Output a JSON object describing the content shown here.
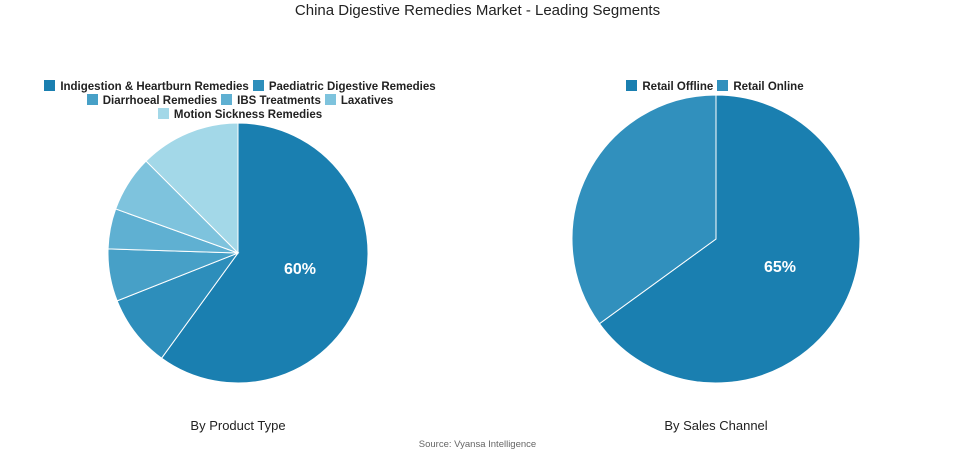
{
  "title": "China Digestive Remedies Market - Leading Segments",
  "source": "Source: Vyansa Intelligence",
  "chart_data": [
    {
      "type": "pie",
      "caption": "By Product Type",
      "legend_rows": [
        [
          0,
          1
        ],
        [
          2,
          3,
          4
        ],
        [
          5
        ]
      ],
      "slices": [
        {
          "name": "Indigestion & Heartburn Remedies",
          "value": 60,
          "color": "#1a7fb0",
          "label": "60%"
        },
        {
          "name": "Paediatric Digestive Remedies",
          "value": 9,
          "color": "#2d8ebb",
          "label": ""
        },
        {
          "name": "Diarrhoeal Remedies",
          "value": 6.5,
          "color": "#47a0c7",
          "label": ""
        },
        {
          "name": "IBS Treatments",
          "value": 5,
          "color": "#5fb0d2",
          "label": ""
        },
        {
          "name": "Laxatives",
          "value": 7,
          "color": "#7ec3dd",
          "label": ""
        },
        {
          "name": "Motion Sickness Remedies",
          "value": 12.5,
          "color": "#a3d8e8",
          "label": ""
        }
      ]
    },
    {
      "type": "pie",
      "caption": "By Sales Channel",
      "legend_rows": [
        [
          0,
          1
        ]
      ],
      "slices": [
        {
          "name": "Retail Offline",
          "value": 65,
          "color": "#1a7fb0",
          "label": "65%"
        },
        {
          "name": "Retail Online",
          "value": 35,
          "color": "#3190bd",
          "label": ""
        }
      ]
    }
  ]
}
